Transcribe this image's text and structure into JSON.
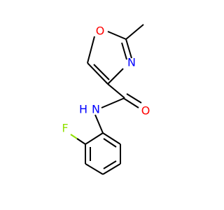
{
  "colors": {
    "bond": "#000000",
    "oxygen": "#ff0000",
    "nitrogen": "#0000ff",
    "fluorine": "#90e000"
  },
  "atoms": {
    "ring_oxygen": "O",
    "ring_nitrogen": "N",
    "carbonyl_oxygen": "O",
    "amide_nitrogen": "N",
    "amide_hydrogen": "H",
    "fluorine": "F"
  }
}
